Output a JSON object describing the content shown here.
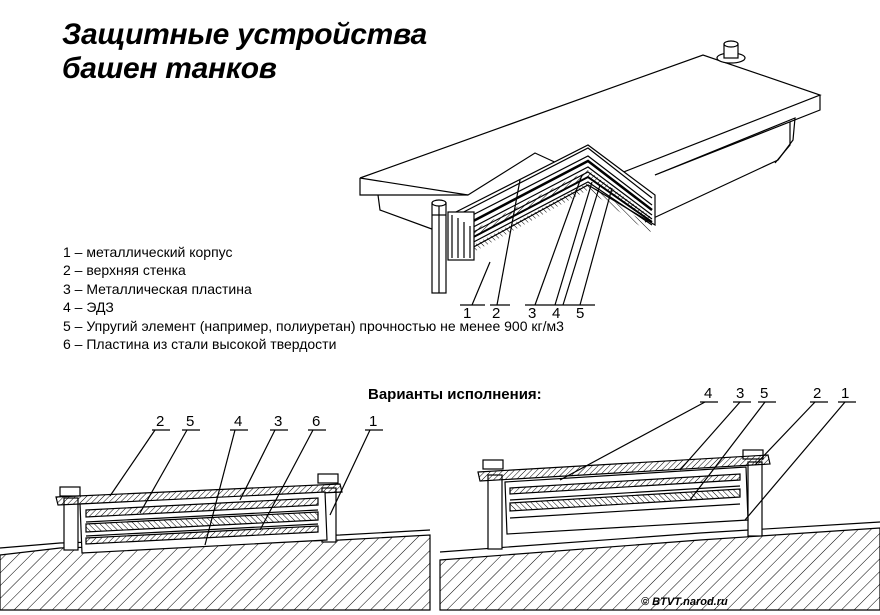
{
  "title": {
    "line1": "Защитные устройства",
    "line2": "башен танков"
  },
  "legend": [
    "1 – металлический корпус",
    "2 – верхняя стенка",
    "3 – Металлическая пластина",
    "4 – ЭДЗ",
    "5 – Упругий элемент (например, полиуретан)  прочностью не менее 900 кг/м3",
    "6 – Пластина из стали высокой твердости"
  ],
  "variants_heading": "Варианты исполнения:",
  "top_view_callouts": [
    "1",
    "2",
    "3",
    "4",
    "5"
  ],
  "variant_left_callouts": [
    "2",
    "5",
    "4",
    "3",
    "6",
    "1"
  ],
  "variant_right_callouts": [
    "4",
    "3",
    "5",
    "2",
    "1"
  ],
  "copyright": "© BTVT.narod.ru"
}
